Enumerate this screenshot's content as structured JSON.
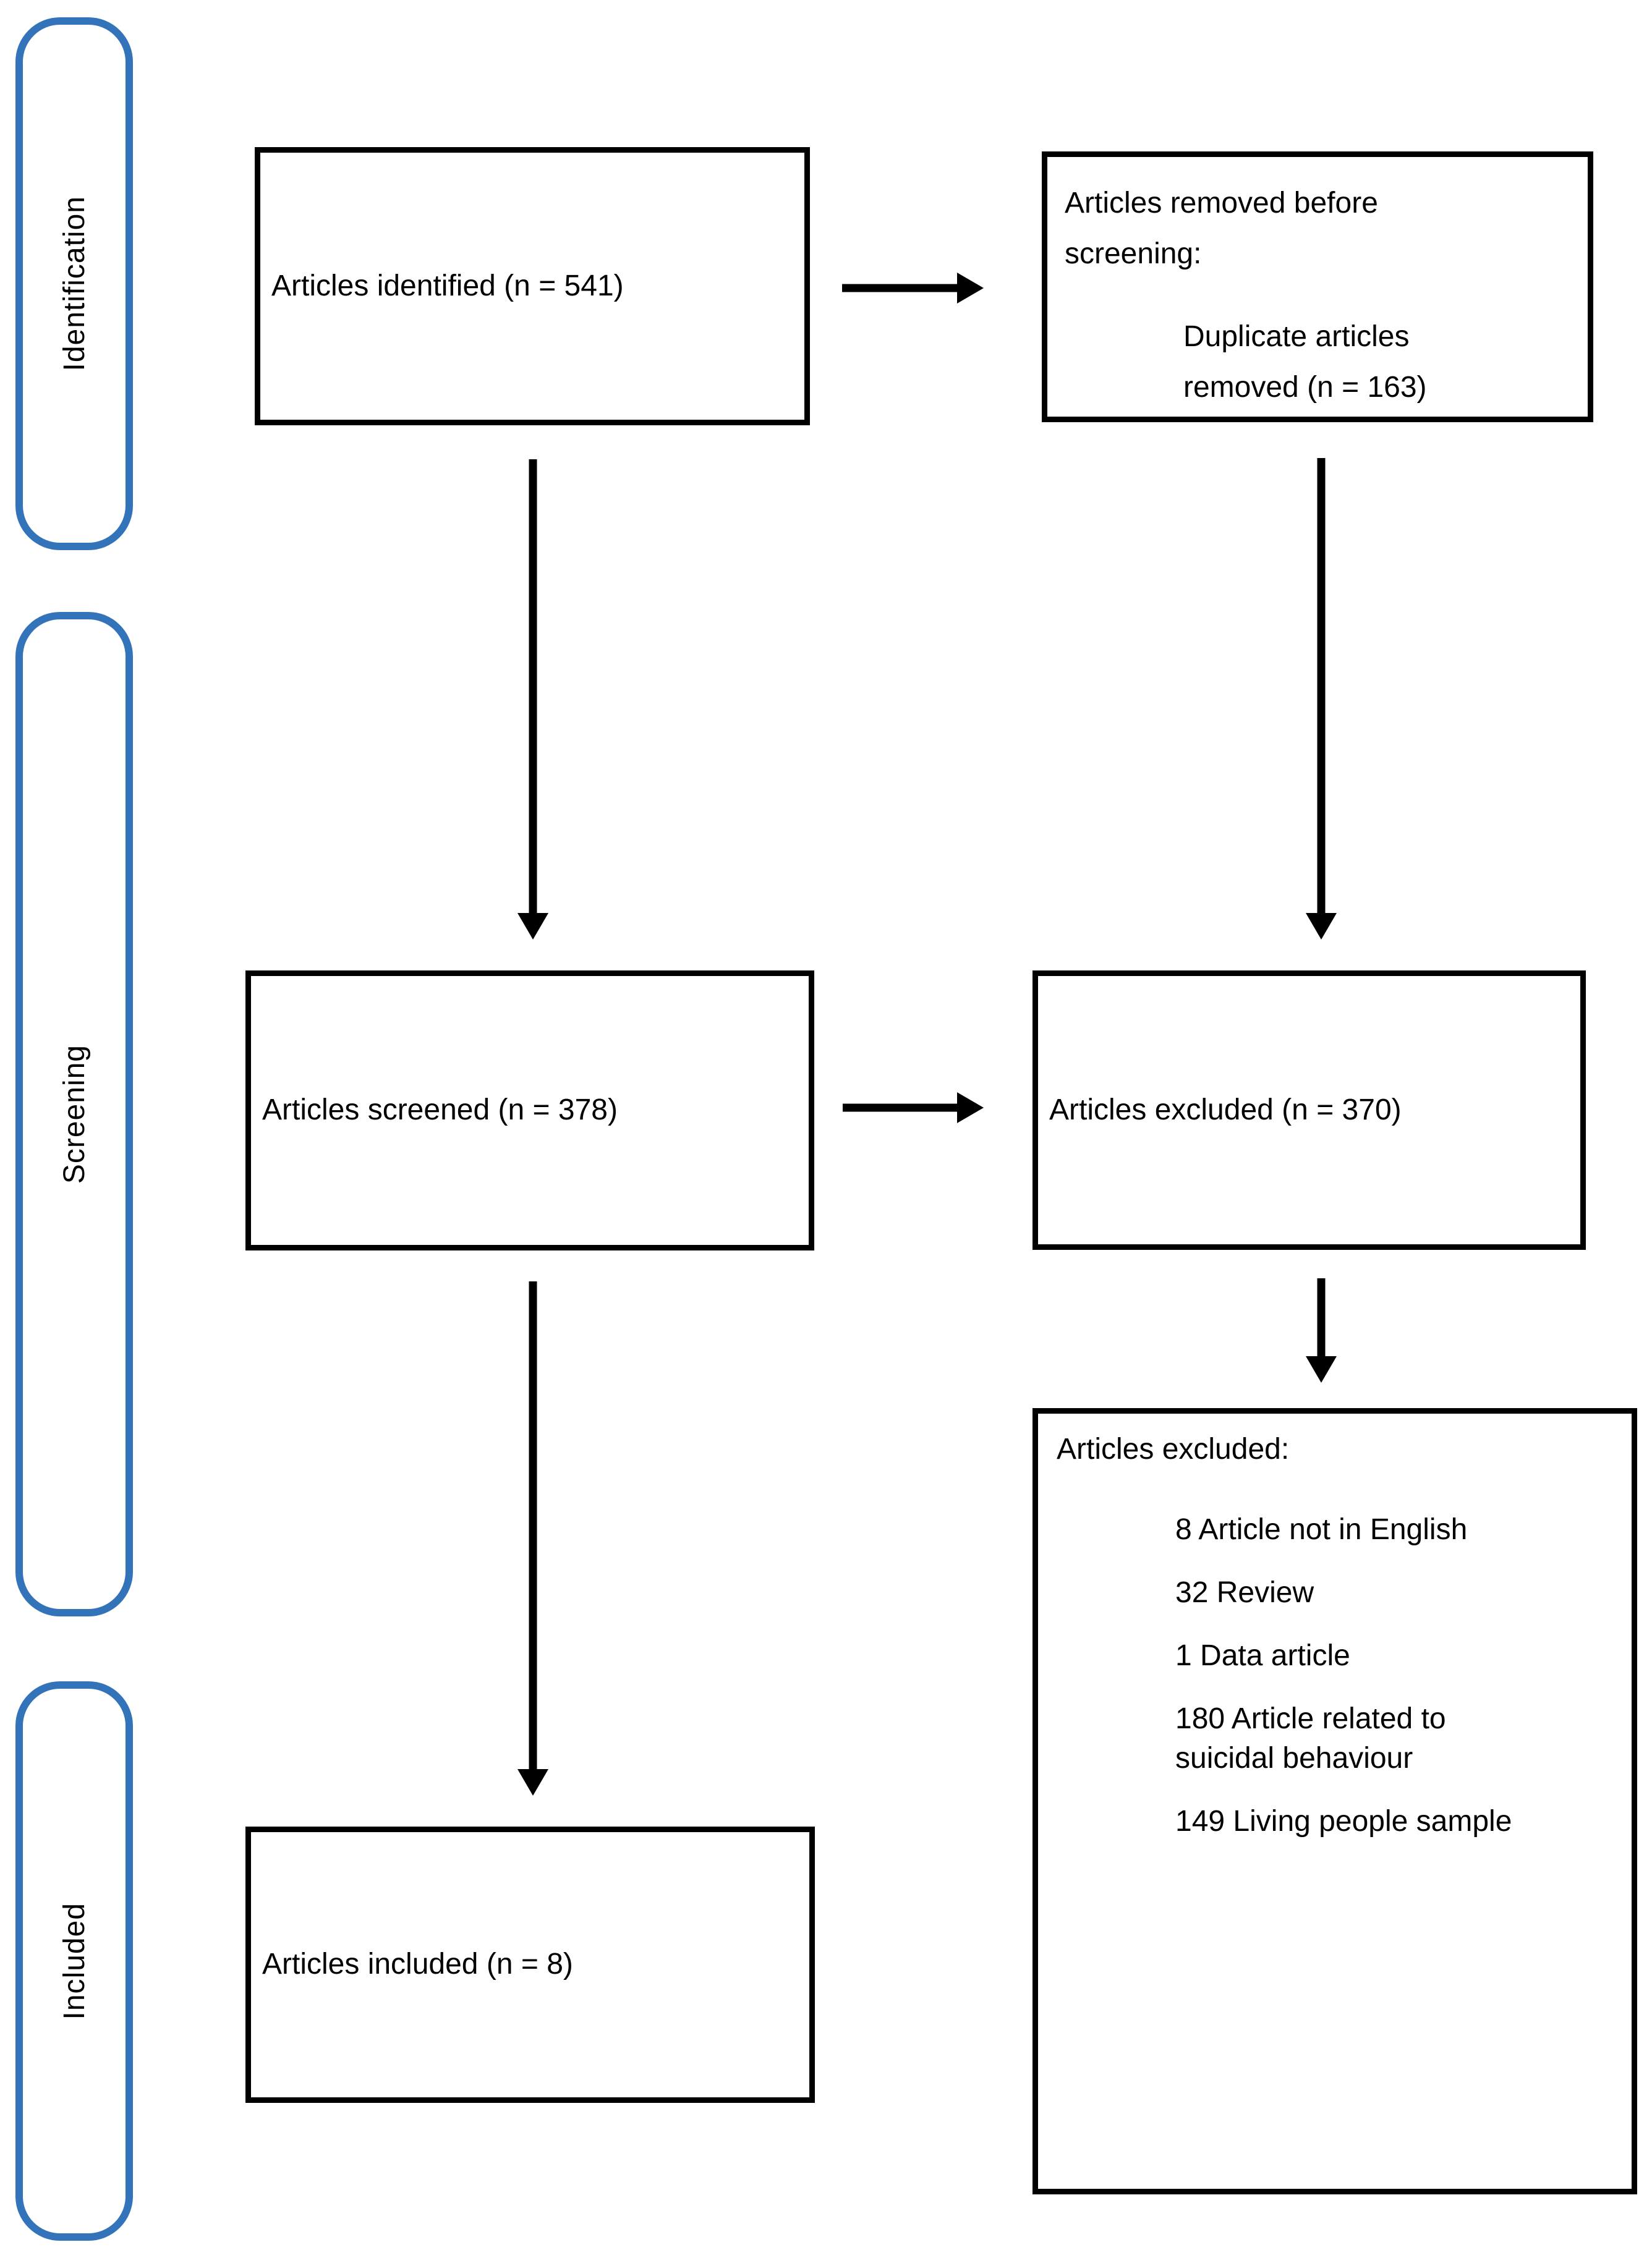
{
  "stages": [
    {
      "label": "Identification"
    },
    {
      "label": "Screening"
    },
    {
      "label": "Included"
    }
  ],
  "boxes": {
    "identified": {
      "text": "Articles identified (n = 541)"
    },
    "removed_before_screening": {
      "heading": "Articles removed before screening:",
      "items": [
        "Duplicate articles removed (n = 163)"
      ]
    },
    "screened": {
      "text": "Articles screened (n = 378)"
    },
    "excluded": {
      "text": "Articles excluded (n = 370)"
    },
    "excluded_reasons": {
      "heading": "Articles excluded:",
      "items": [
        "8 Article not in English",
        "32 Review",
        "1 Data article",
        "180 Article related to suicidal behaviour",
        "149 Living people sample"
      ]
    },
    "included": {
      "text": "Articles included (n = 8)"
    }
  },
  "colors": {
    "stage_border": "#3273b9",
    "box_border": "#000000",
    "arrow": "#000000",
    "text": "#000000",
    "background": "#ffffff"
  }
}
